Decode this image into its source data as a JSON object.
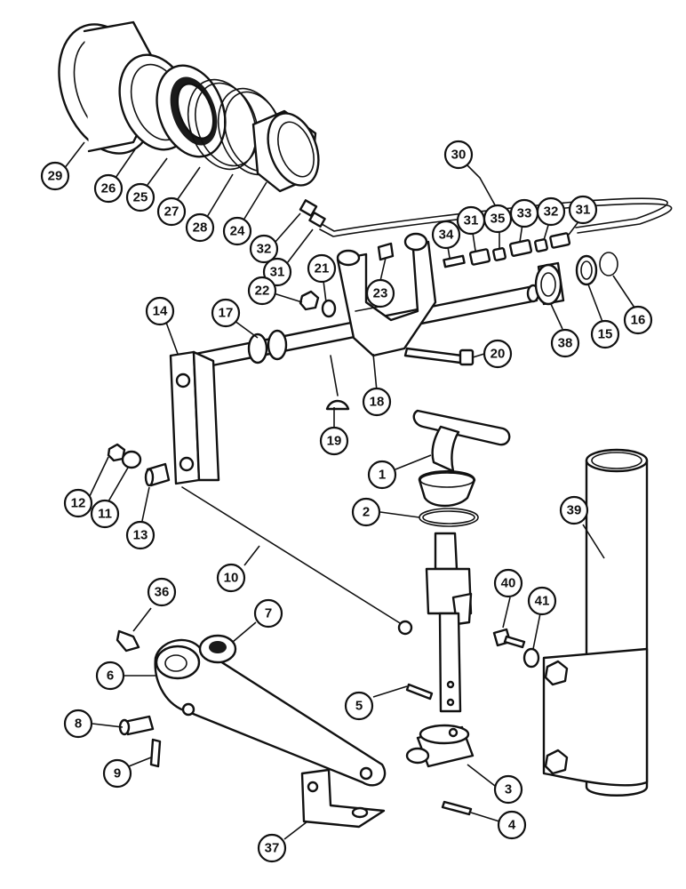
{
  "callouts": {
    "c1": "1",
    "c2": "2",
    "c3": "3",
    "c4": "4",
    "c5": "5",
    "c6": "6",
    "c7": "7",
    "c8": "8",
    "c9": "9",
    "c10": "10",
    "c11": "11",
    "c12": "12",
    "c13": "13",
    "c14": "14",
    "c15": "15",
    "c16": "16",
    "c17": "17",
    "c18": "18",
    "c19": "19",
    "c20": "20",
    "c21": "21",
    "c22": "22",
    "c23": "23",
    "c24": "24",
    "c25": "25",
    "c26": "26",
    "c27": "27",
    "c28": "28",
    "c29": "29",
    "c30": "30",
    "c31a": "31",
    "c31b": "31",
    "c32a": "32",
    "c32b": "32",
    "c33": "33",
    "c34": "34",
    "c35": "35",
    "c36": "36",
    "c37": "37",
    "c38": "38",
    "c39": "39",
    "c40": "40",
    "c41": "41"
  },
  "colors": {
    "line": "#111111",
    "background": "#ffffff"
  }
}
